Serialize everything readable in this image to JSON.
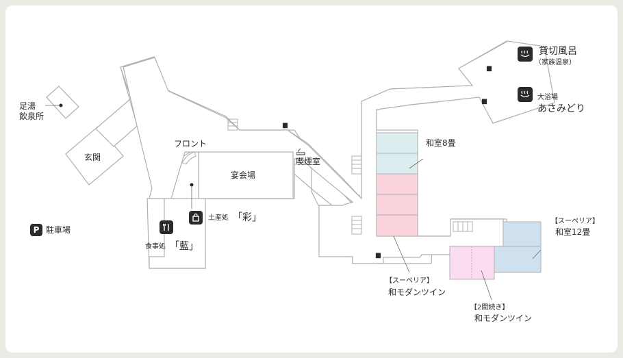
{
  "labels": {
    "ashiyu": "足湯",
    "insensho": "飲泉所",
    "genkan": "玄関",
    "front": "フロント",
    "enkaijo": "宴会場",
    "kitsuenshitsu": "喫煙室",
    "miyage": "土産処",
    "miyage_name": "「彩」",
    "shokuji": "食事処",
    "shokuji_name": "「藍」",
    "parking": "駐車場",
    "parking_letter": "P",
    "kashikiri": "貸切風呂",
    "kazoku": "（家族温泉）",
    "daiyokujo": "大浴場",
    "asamidori": "あさみどり",
    "washitsu8": "和室8畳",
    "superior": "【スーペリア】",
    "washitsu12": "和室12畳",
    "superior2": "【スーペリア】",
    "modern_twin": "和モダンツイン",
    "tsuzuki": "【2間続き】",
    "modern_twin2": "和モダンツイン"
  },
  "colors": {
    "washitsu8": "#dcedf0",
    "superior_twin": "#fad3dc",
    "washitsu12": "#cfe1ef",
    "tsuzuki_twin": "#fbdcf0",
    "wall": "#b0b0b0",
    "icon": "#2a2a2a"
  },
  "icons": [
    "toilet-icon",
    "smoking-icon",
    "shop-bag-icon",
    "restaurant-icon",
    "onsen-icon",
    "parking-icon"
  ]
}
